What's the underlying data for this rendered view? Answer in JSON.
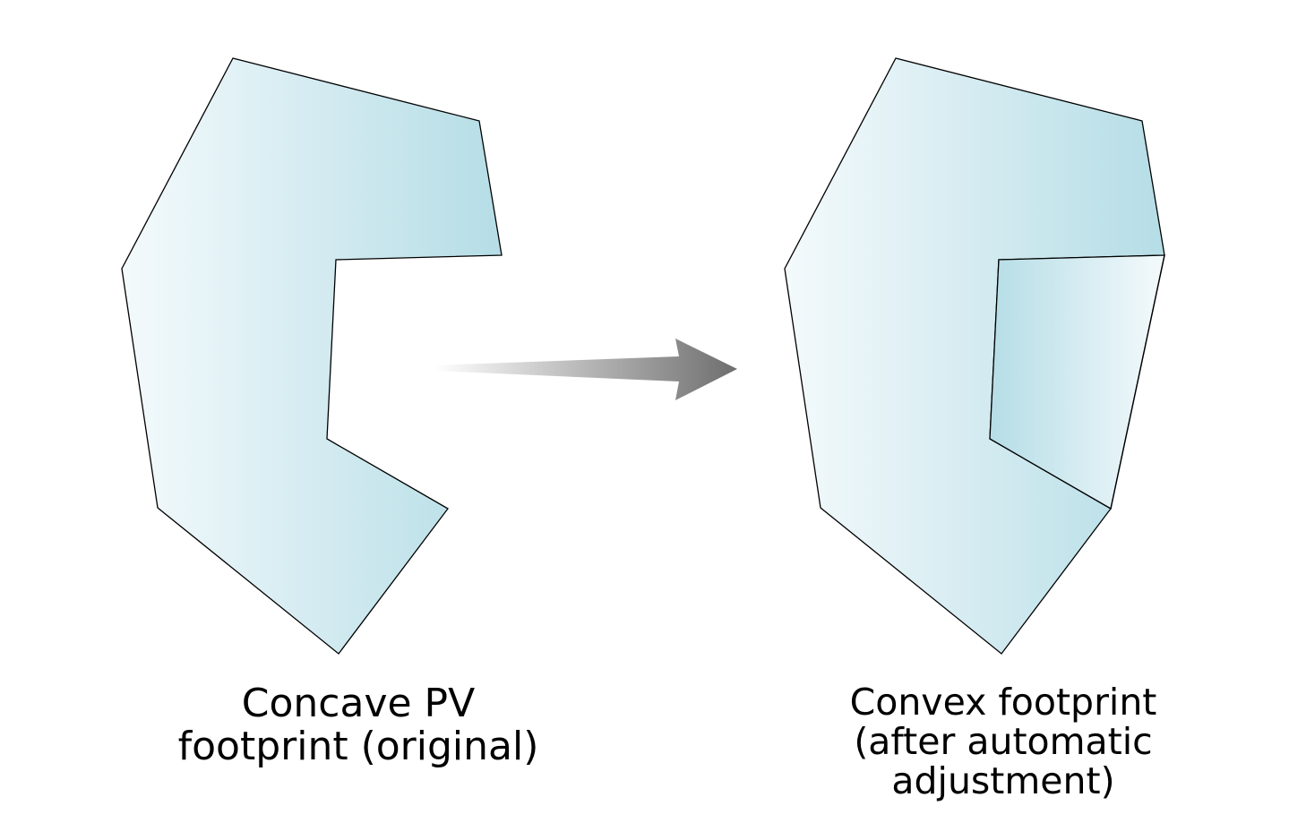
{
  "left_shape": {
    "caption_line1": "Concave PV",
    "caption_line2": "footprint (original)"
  },
  "right_shape": {
    "caption_line1": "Convex footprint",
    "caption_line2": "(after automatic",
    "caption_line3": "adjustment)"
  },
  "colors": {
    "fill_light": "#f4fafc",
    "fill_dark": "#b5dde6",
    "outline": "#000000",
    "arrow_light": "#ffffff",
    "arrow_dark": "#6e6e6e"
  }
}
